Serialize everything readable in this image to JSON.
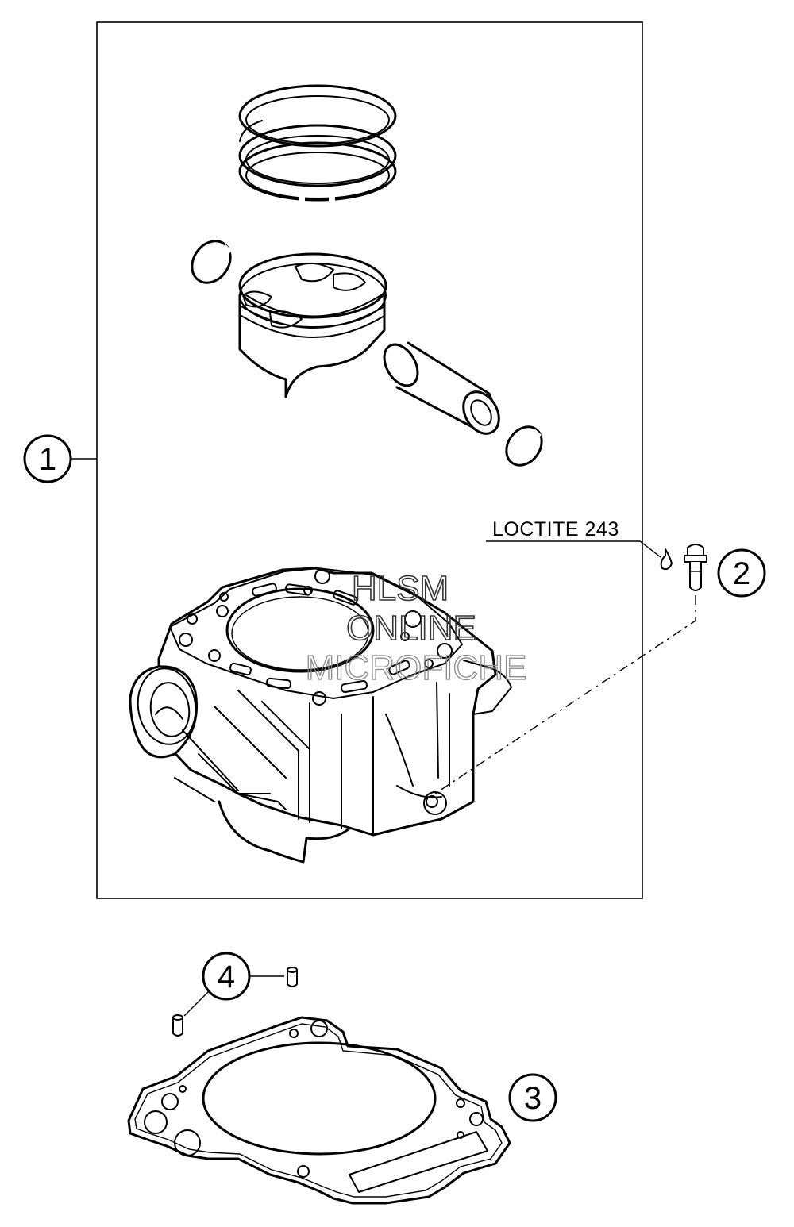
{
  "callouts": [
    {
      "id": "1",
      "label": "1"
    },
    {
      "id": "2",
      "label": "2"
    },
    {
      "id": "3",
      "label": "3"
    },
    {
      "id": "4",
      "label": "4"
    }
  ],
  "note": {
    "text": "LOCTITE 243"
  },
  "watermark": {
    "line1": "HLSM",
    "line2": "ONLINE",
    "line3": "MICROFICHE"
  }
}
